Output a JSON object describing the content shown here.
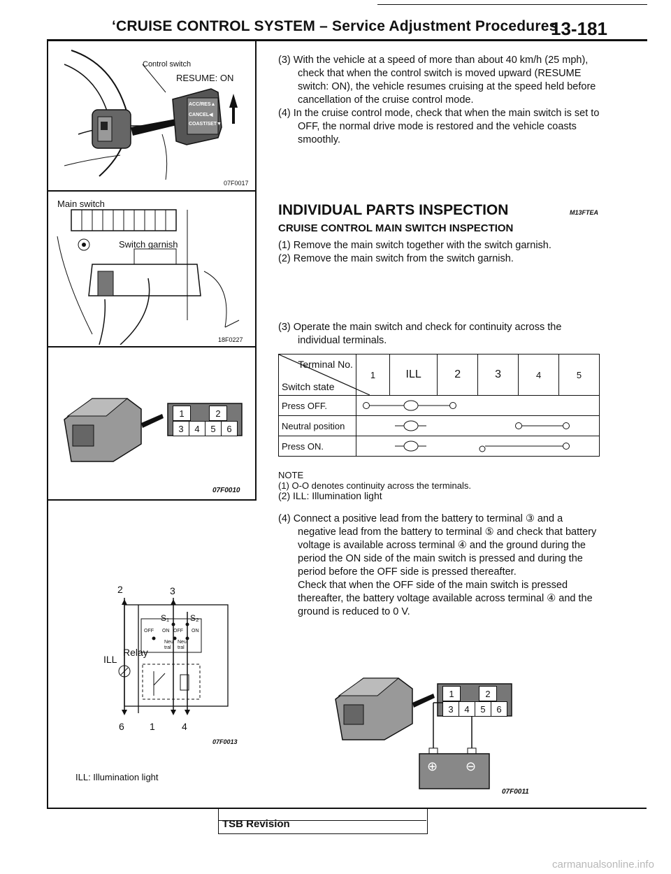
{
  "header": {
    "title": "‘CRUISE CONTROL SYSTEM – Service Adjustment Procedures",
    "page": "13-181"
  },
  "figures": {
    "fig1": {
      "code": "07F0017",
      "label_control": "Control switch",
      "label_resume": "RESUME: ON",
      "switch_labels": [
        "ACC/RES▲",
        "CANCEL◀",
        "COAST/SET▼"
      ]
    },
    "fig2": {
      "code": "18F0227",
      "label_main": "Main switch",
      "label_garnish": "Switch garnish"
    },
    "fig3": {
      "code": "07F0010",
      "pins": [
        "1",
        "2",
        "3",
        "4",
        "5",
        "6"
      ]
    },
    "fig4": {
      "code": "07F0013",
      "top_pins": [
        "2",
        "3"
      ],
      "bottom_pins": [
        "6",
        "1",
        "4"
      ],
      "s1": "S₁",
      "s2": "S₂",
      "off1": "OFF",
      "on1": "ON",
      "off2": "OFF",
      "on2": "ON",
      "neu": "Neu",
      "tral": "tral",
      "ill": "ILL",
      "relay": "Relay",
      "caption": "ILL: Illumination light"
    },
    "fig5": {
      "code": "07F0011",
      "plus": "⊕",
      "minus": "⊖"
    }
  },
  "steps_top": [
    {
      "num": "(3)",
      "text": "With the vehicle at a speed of more than about 40 km/h (25 mph), check that when the control switch is moved upward (RESUME switch: ON), the vehicle resumes cruising at the speed held before cancellation of the cruise control mode."
    },
    {
      "num": "(4)",
      "text": "In the cruise control mode, check that when the main switch is set to OFF, the normal drive mode is restored and the vehicle coasts smoothly."
    }
  ],
  "section": {
    "title": "INDIVIDUAL PARTS INSPECTION",
    "code": "M13FTEA",
    "subtitle": "CRUISE CONTROL MAIN SWITCH INSPECTION"
  },
  "steps_main": [
    {
      "num": "(1)",
      "text": "Remove the main switch together with the switch garnish."
    },
    {
      "num": "(2)",
      "text": "Remove the main switch from the switch garnish."
    },
    {
      "num": "(3)",
      "text": "Operate the main switch and check for continuity across the individual terminals."
    }
  ],
  "table": {
    "corner_top": "Terminal No.",
    "corner_bottom": "Switch state",
    "columns": [
      "1",
      "ILL",
      "2",
      "3",
      "4",
      "5"
    ],
    "rows": [
      "Press OFF.",
      "Neutral position",
      "Press ON."
    ]
  },
  "note": {
    "title": "NOTE",
    "items": [
      "(1) O-O denotes continuity across the terminals.",
      "(2) ILL: Illumination light"
    ]
  },
  "step4": {
    "num": "(4)",
    "text": "Connect a positive lead from the battery to terminal ③ and a negative lead from the battery to terminal ⑤ and check that battery voltage is available across terminal ④ and the ground during the period the ON side of the main switch is pressed and during the period before the OFF side is pressed thereafter.",
    "text2": "Check that when the OFF side of the main switch is pressed thereafter, the battery voltage available across terminal ④ and the ground is reduced to 0 V."
  },
  "footer": {
    "tsb": "TSB Revision",
    "watermark": "carmanualsonline.info"
  }
}
